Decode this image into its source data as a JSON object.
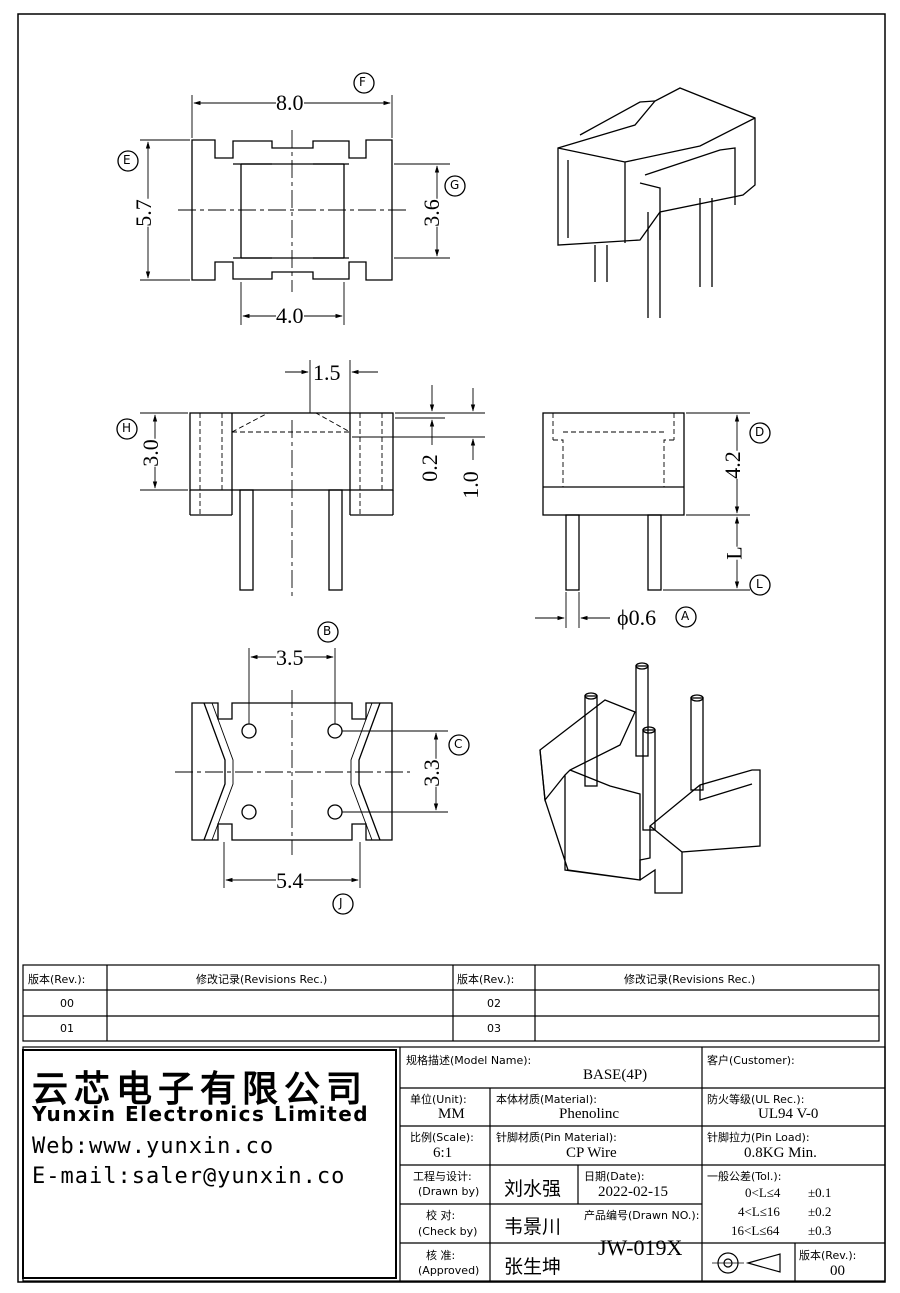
{
  "drawing": {
    "top_view": {
      "width_label": "8.0",
      "height_label": "5.7",
      "inner_height_label": "3.6",
      "inner_width_label": "4.0",
      "callouts": [
        "F",
        "E",
        "G"
      ]
    },
    "front_view": {
      "slot_label": "1.5",
      "height_label": "3.0",
      "step_small_label": "0.2",
      "step_large_label": "1.0",
      "callout": "H"
    },
    "side_view": {
      "height_label": "4.2",
      "pin_length_label": "L",
      "pin_diameter_label": "ϕ0.6",
      "callouts": [
        "D",
        "L",
        "A"
      ]
    },
    "bottom_view": {
      "pin_spacing_x_label": "3.5",
      "pin_spacing_y_label": "3.3",
      "width_label": "5.4",
      "callouts": [
        "B",
        "C",
        "J"
      ]
    }
  },
  "revisions": {
    "rev_header": "版本(Rev.):",
    "rec_header": "修改记录(Revisions Rec.)",
    "rows": [
      {
        "left_rev": "00",
        "left_rec": "",
        "right_rev": "02",
        "right_rec": ""
      },
      {
        "left_rev": "01",
        "left_rec": "",
        "right_rev": "03",
        "right_rec": ""
      }
    ]
  },
  "company": {
    "name_cn": "云芯电子有限公司",
    "name_en": "Yunxin Electronics Limited",
    "web": "Web:www.yunxin.co",
    "email": "E-mail:saler@yunxin.co"
  },
  "title_block": {
    "model_label": "规格描述(Model Name):",
    "model_value": "BASE(4P)",
    "customer_label": "客户(Customer):",
    "customer_value": "",
    "unit_label": "单位(Unit):",
    "unit_value": "MM",
    "material_label": "本体材质(Material):",
    "material_value": "Phenolinc",
    "ul_label": "防火等级(UL Rec.):",
    "ul_value": "UL94 V-0",
    "scale_label": "比例(Scale):",
    "scale_value": "6:1",
    "pin_material_label": "针脚材质(Pin Material):",
    "pin_material_value": "CP Wire",
    "pin_load_label": "针脚拉力(Pin Load):",
    "pin_load_value": "0.8KG Min.",
    "drawn_label_cn": "工程与设计:",
    "drawn_label_en": "(Drawn by)",
    "drawn_value": "刘水强",
    "date_label": "日期(Date):",
    "date_value": "2022-02-15",
    "check_label_cn": "校  对:",
    "check_label_en": "(Check by)",
    "check_value": "韦景川",
    "drawing_no_label": "产品编号(Drawn NO.):",
    "drawing_no_value": "JW-019X",
    "approved_label_cn": "核  准:",
    "approved_label_en": "(Approved)",
    "approved_value": "张生坤",
    "tolerance_label": "一般公差(Tol.):",
    "tolerances": [
      {
        "range": "0<L≤4",
        "value": "±0.1"
      },
      {
        "range": "4<L≤16",
        "value": "±0.2"
      },
      {
        "range": "16<L≤64",
        "value": "±0.3"
      }
    ],
    "rev_label": "版本(Rev.):",
    "rev_value": "00"
  }
}
